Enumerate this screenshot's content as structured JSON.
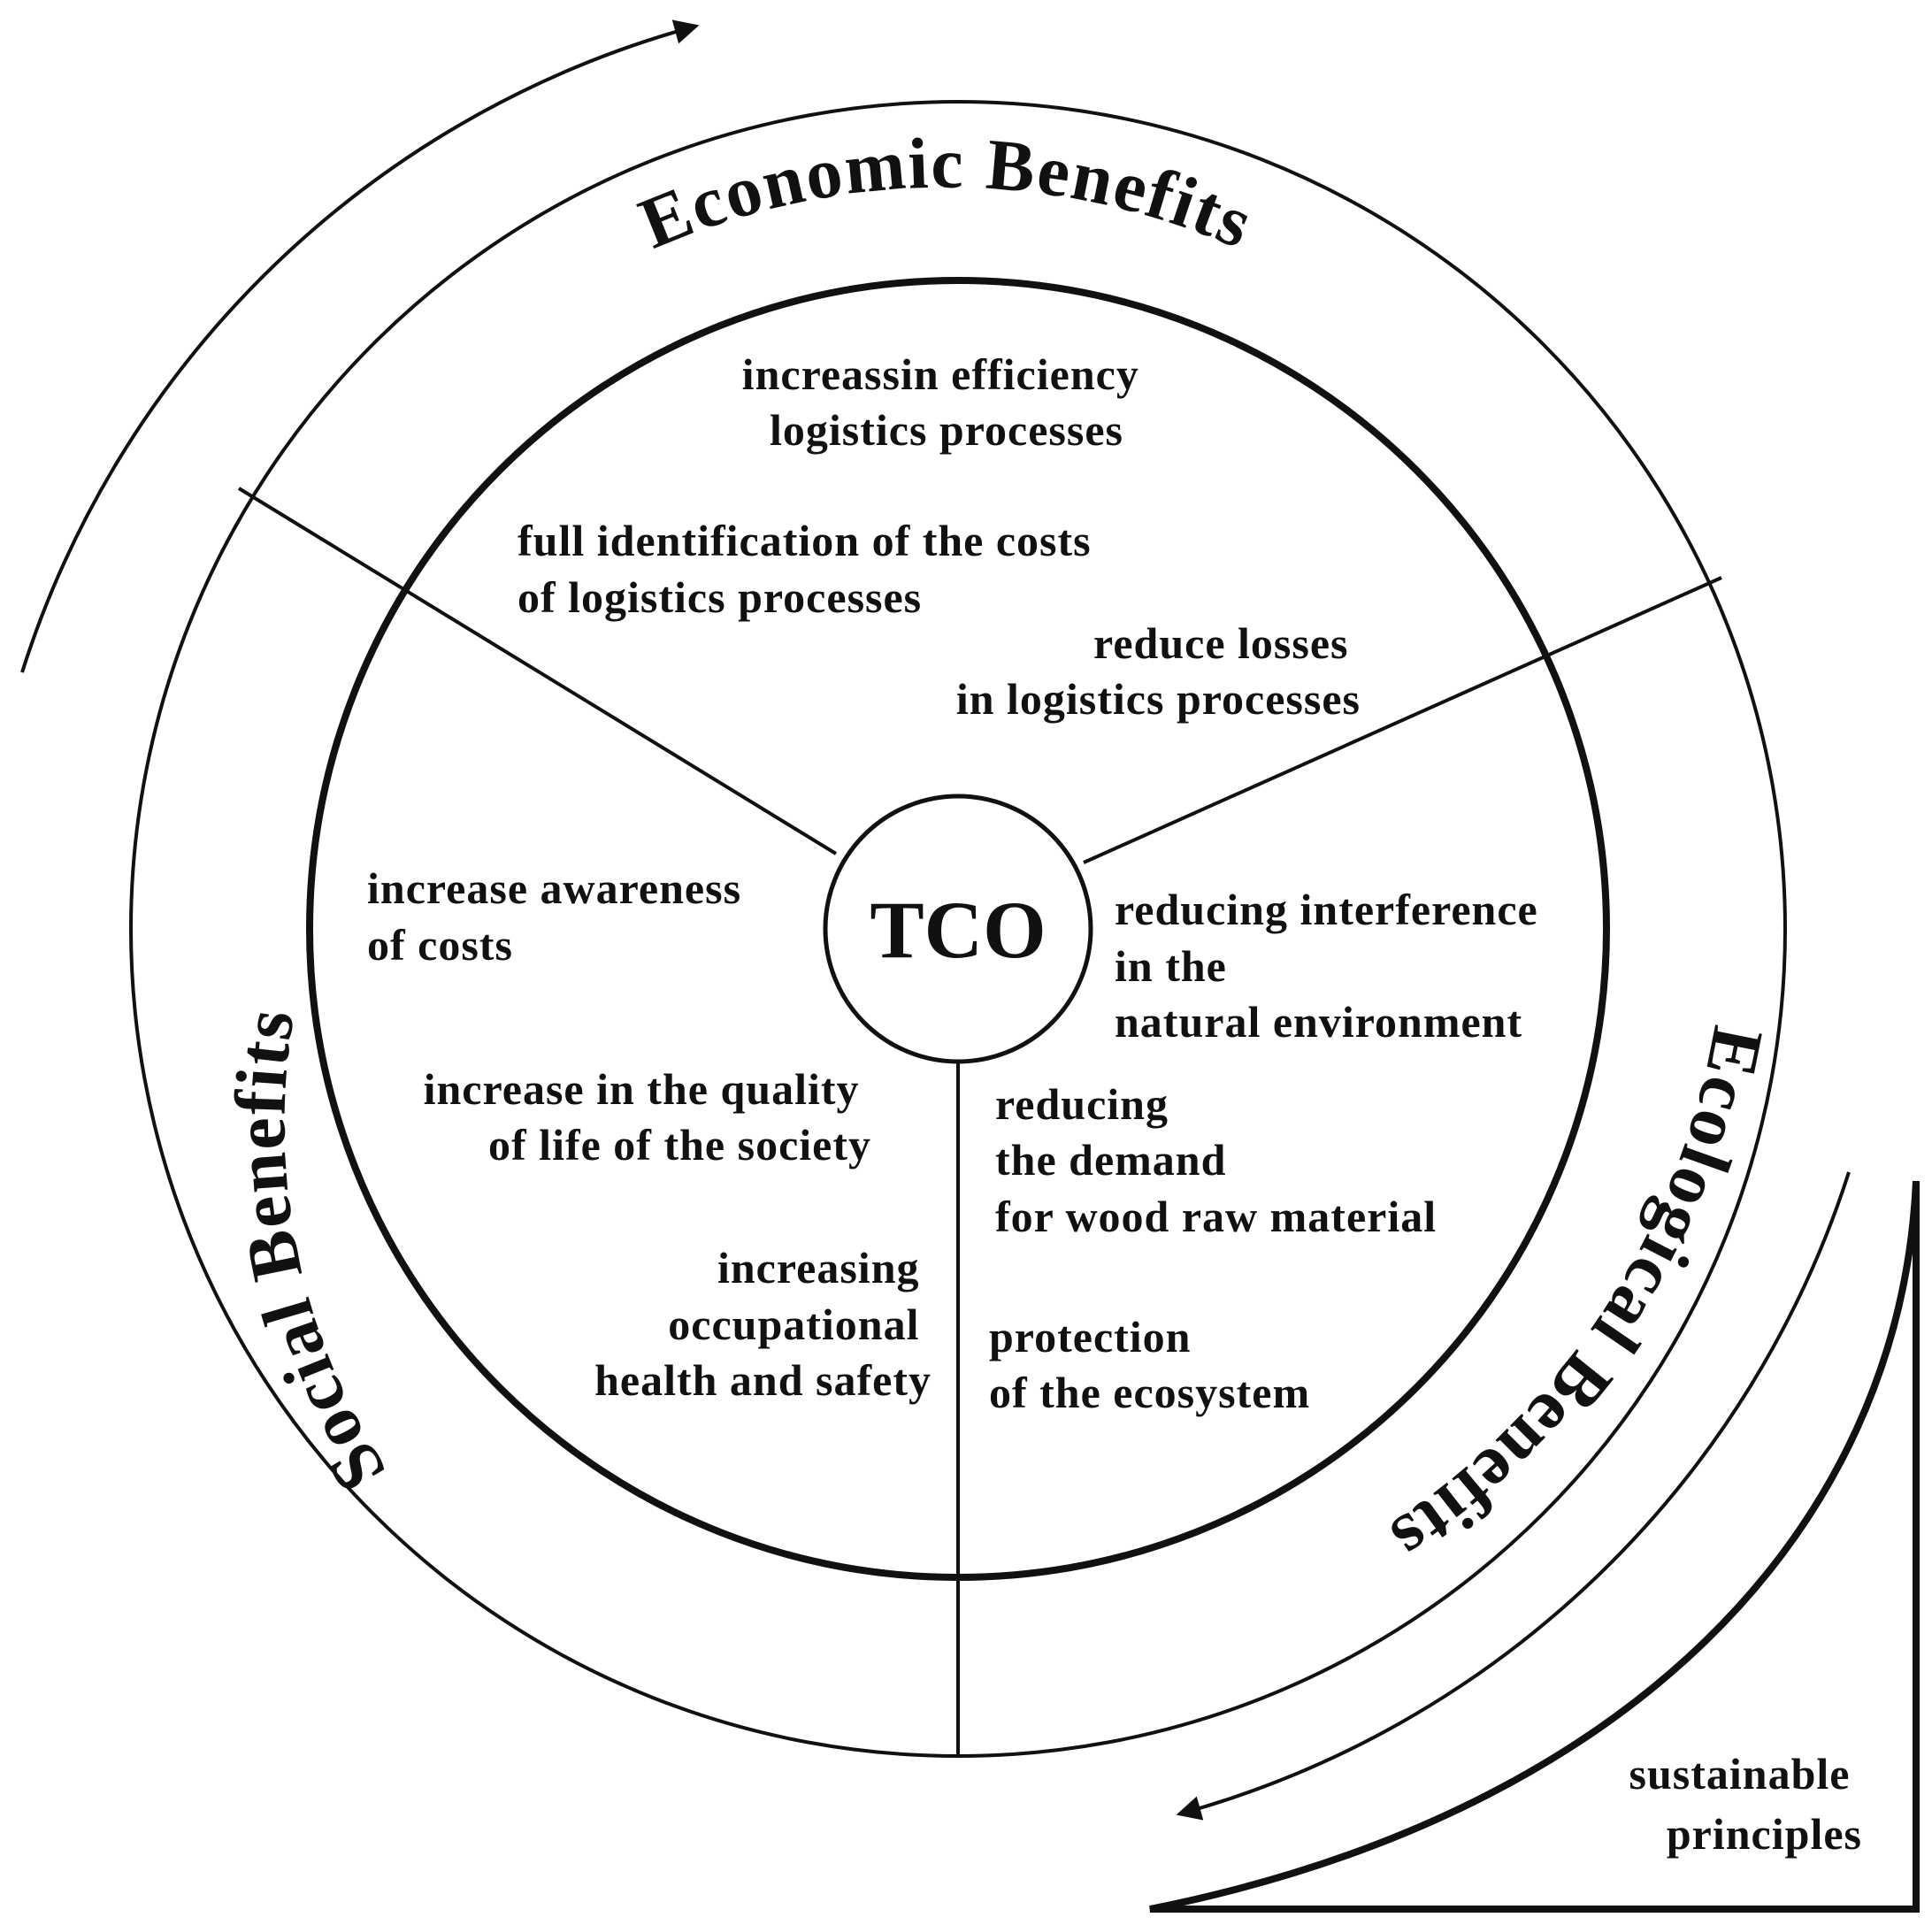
{
  "center": {
    "label": "TCO"
  },
  "sections": {
    "economic": {
      "title": "Economic Benefits",
      "items": [
        [
          "increassin efficiency",
          "logistics processes"
        ],
        [
          "full identification of the costs",
          "of logistics processes"
        ],
        [
          "reduce losses",
          "in logistics processes"
        ]
      ]
    },
    "social": {
      "title": "Social Benefits",
      "items": [
        [
          "increase awareness",
          "of costs"
        ],
        [
          "increase in the quality",
          "of life of the society"
        ],
        [
          "increasing",
          "occupational",
          "health and safety"
        ]
      ]
    },
    "ecological": {
      "title": "Ecological Benefits",
      "items": [
        [
          "reducing interference",
          "in the",
          "natural environment"
        ],
        [
          "reducing",
          "the demand",
          "for wood raw material"
        ],
        [
          "protection",
          "of the ecosystem"
        ]
      ]
    }
  },
  "corner": {
    "lines": [
      "sustainable",
      "principles"
    ]
  }
}
